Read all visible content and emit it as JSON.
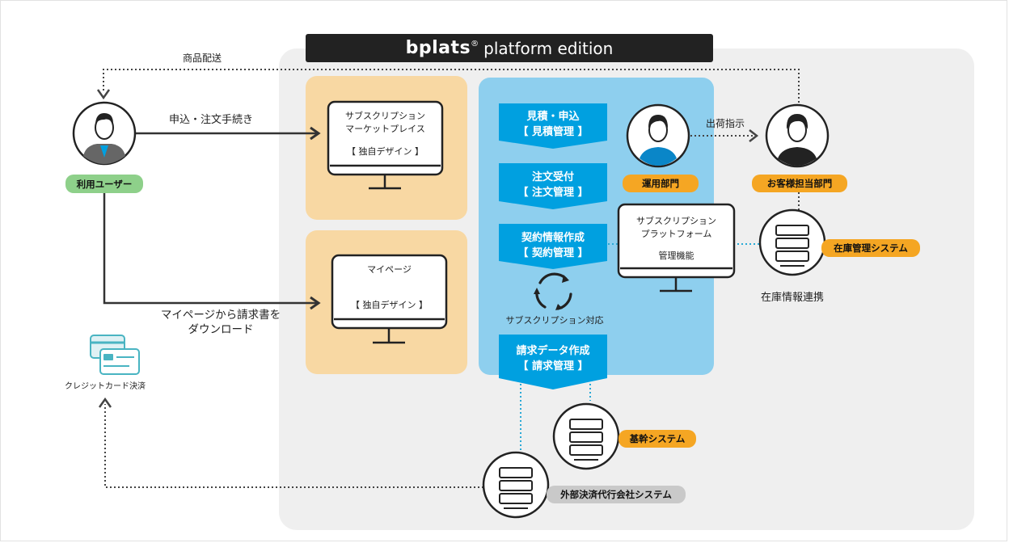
{
  "title": {
    "brand": "bplats",
    "registered": "®",
    "suffix": "platform edition"
  },
  "labels": {
    "shipping": "商品配送",
    "apply": "申込・注文手続き",
    "mypage_download_line1": "マイページから請求書を",
    "mypage_download_line2": "ダウンロード",
    "credit_card": "クレジットカード決済",
    "shipping_instruction": "出荷指示",
    "subscription_support": "サブスクリプション対応",
    "inventory_link": "在庫情報連携"
  },
  "badges": {
    "user": "利用ユーザー",
    "ops_dept": "運用部門",
    "customer_dept": "お客様担当部門",
    "inventory_system": "在庫管理システム",
    "core_system": "基幹システム",
    "external_payment": "外部決済代行会社システム"
  },
  "monitors": {
    "marketplace": {
      "line1": "サブスクリプション",
      "line2": "マーケットプレイス",
      "line3": "【 独自デザイン 】"
    },
    "mypage": {
      "line1": "マイページ",
      "line2": "【 独自デザイン 】"
    },
    "platform": {
      "line1": "サブスクリプション",
      "line2": "プラットフォーム",
      "line3": "管理機能"
    }
  },
  "steps": [
    {
      "line1": "見積・申込",
      "line2": "【 見積管理 】"
    },
    {
      "line1": "注文受付",
      "line2": "【 注文管理 】"
    },
    {
      "line1": "契約情報作成",
      "line2": "【 契約管理 】"
    },
    {
      "line1": "請求データ作成",
      "line2": "【 請求管理 】"
    }
  ],
  "colors": {
    "orange_panel": "#f8d8a3",
    "blue_panel": "#8ecfee",
    "chevron": "#00a0e0",
    "badge_orange": "#f5a623",
    "badge_green": "#8ed08a",
    "badge_gray": "#c9c9c9",
    "dotted_blue": "#29a9d6"
  }
}
